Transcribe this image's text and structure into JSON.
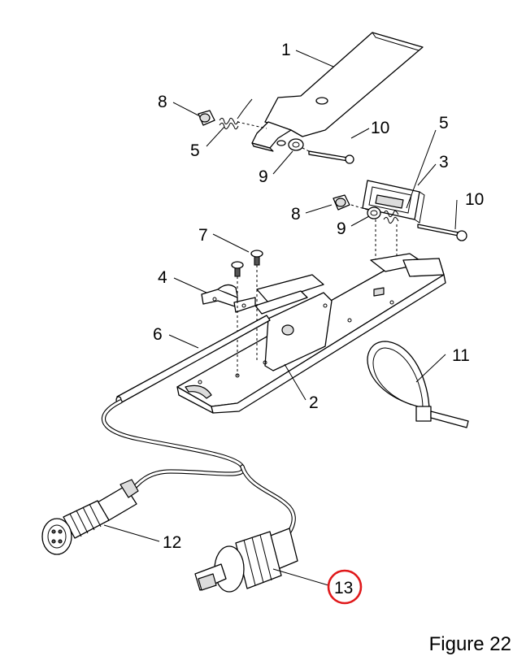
{
  "figure": {
    "caption": "Figure 22"
  },
  "callouts": [
    {
      "id": "c1",
      "text": "1"
    },
    {
      "id": "c2",
      "text": "2"
    },
    {
      "id": "c3",
      "text": "3"
    },
    {
      "id": "c4",
      "text": "4"
    },
    {
      "id": "c5a",
      "text": "5"
    },
    {
      "id": "c5b",
      "text": "5"
    },
    {
      "id": "c6",
      "text": "6"
    },
    {
      "id": "c7",
      "text": "7"
    },
    {
      "id": "c8a",
      "text": "8"
    },
    {
      "id": "c8b",
      "text": "8"
    },
    {
      "id": "c9a",
      "text": "9"
    },
    {
      "id": "c9b",
      "text": "9"
    },
    {
      "id": "c10a",
      "text": "10"
    },
    {
      "id": "c10b",
      "text": "10"
    },
    {
      "id": "c11",
      "text": "11"
    },
    {
      "id": "c12",
      "text": "12"
    },
    {
      "id": "c13",
      "text": "13"
    }
  ],
  "highlight": {
    "callout": "13",
    "color": "#e0191b"
  }
}
